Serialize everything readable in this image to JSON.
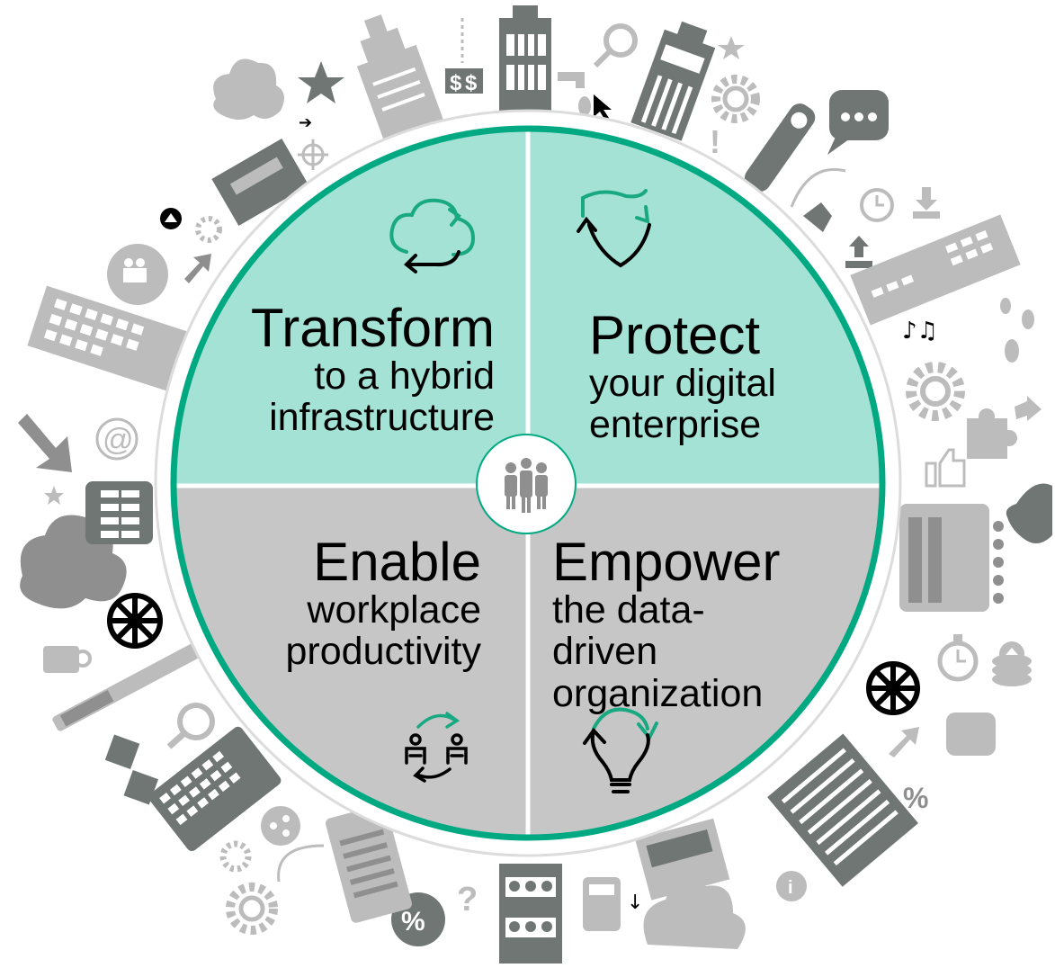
{
  "diagram": {
    "colors": {
      "ring": "#00a982",
      "top_fill": "#a3e2d4",
      "bottom_fill": "#c6c6c6",
      "divider": "#ffffff",
      "icon_accent": "#19a982",
      "background_icons": "#8f8f8f"
    },
    "center_icon": "people-group-icon",
    "quadrants": [
      {
        "id": "transform",
        "title": "Transform",
        "subtitle_lines": [
          "to a hybrid",
          "infrastructure"
        ],
        "icon": "cloud-sync-icon"
      },
      {
        "id": "protect",
        "title": "Protect",
        "subtitle_lines": [
          "your digital",
          "enterprise"
        ],
        "icon": "shield-sync-icon"
      },
      {
        "id": "enable",
        "title": "Enable",
        "subtitle_lines": [
          "workplace",
          "productivity"
        ],
        "icon": "people-exchange-icon"
      },
      {
        "id": "empower",
        "title": "Empower",
        "subtitle_lines": [
          "the data-",
          "driven",
          "organization"
        ],
        "icon": "lightbulb-cycle-icon"
      }
    ],
    "decorative_texts": {
      "dollar_sign_1": "$",
      "dollar_sign_2": "$",
      "percent_1": "%",
      "percent_2": "%",
      "question_mark": "?",
      "at_sign": "@",
      "exclaim": "!",
      "info": "i"
    }
  }
}
